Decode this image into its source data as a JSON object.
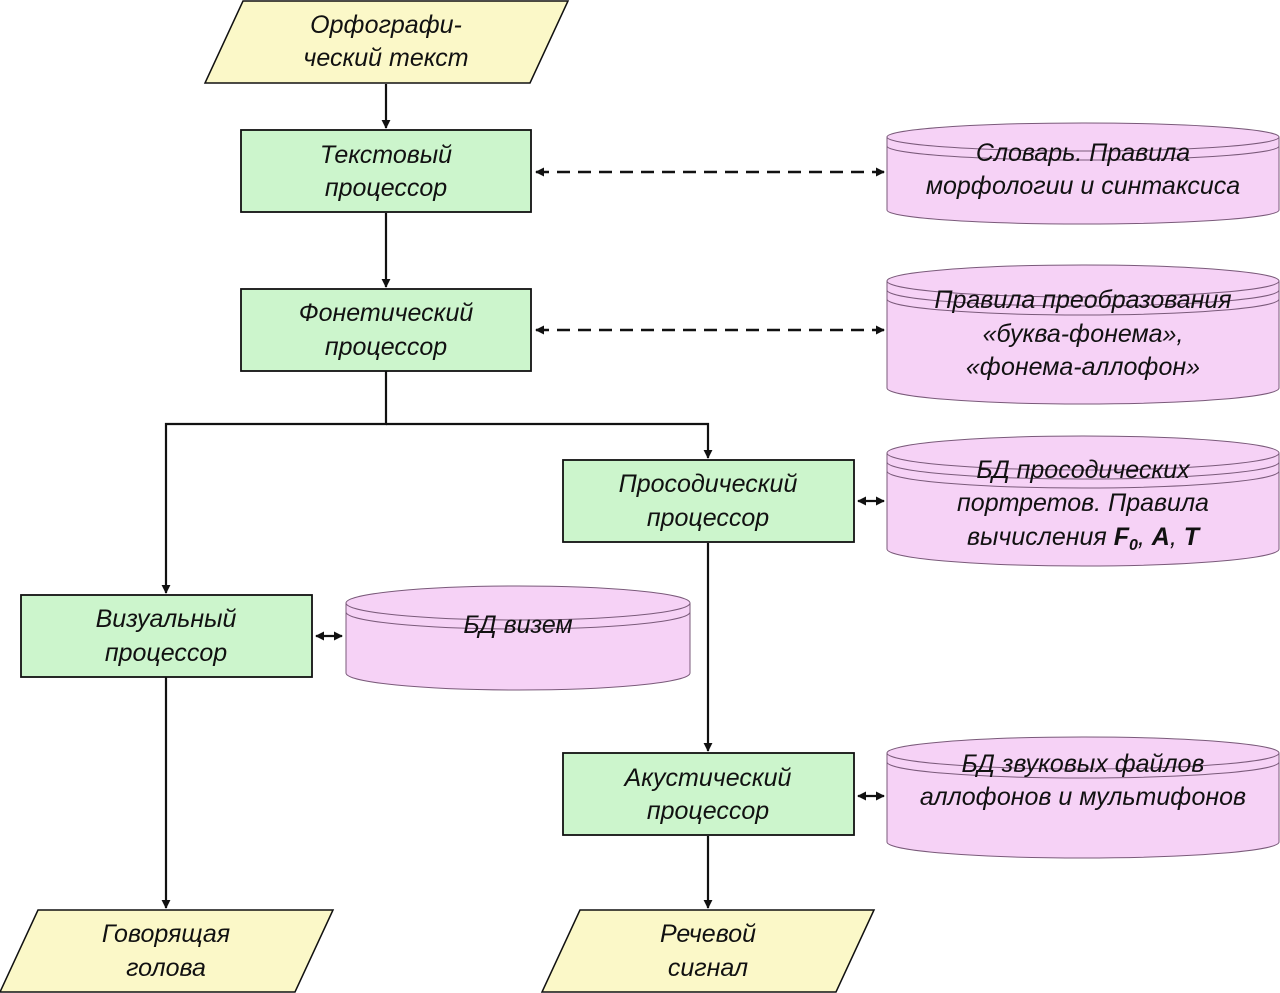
{
  "colors": {
    "io_fill": "#fbf8c8",
    "processor_fill": "#ccf5cc",
    "database_fill": "#f6d2f6",
    "database_stroke": "#7a5a7a",
    "line": "#111111"
  },
  "io": {
    "input_text": [
      "Орфографи-",
      "ческий текст"
    ],
    "talking_head": [
      "Говорящая",
      "голова"
    ],
    "speech_signal": [
      "Речевой",
      "сигнал"
    ]
  },
  "processors": {
    "text": [
      "Текстовый",
      "процессор"
    ],
    "phonetic": [
      "Фонетический",
      "процессор"
    ],
    "prosodic": [
      "Просодический",
      "процессор"
    ],
    "visual": [
      "Визуальный",
      "процессор"
    ],
    "acoustic": [
      "Акустический",
      "процессор"
    ]
  },
  "databases": {
    "dictionary": [
      "Словарь. Правила",
      "морфологии и синтаксиса"
    ],
    "conversion_rules": [
      "Правила преобразования",
      "«буква-фонема»,",
      "«фонема-аллофон»"
    ],
    "prosody": {
      "line1": "БД просодических",
      "line2": "портретов. Правила",
      "line3_prefix": "вычисления ",
      "f": "F",
      "f_sub": "0",
      "sep1": ", ",
      "a": "A",
      "sep2": ", ",
      "t": "T"
    },
    "visemes": [
      "БД визем"
    ],
    "sound_files": [
      "БД звуковых файлов",
      "аллофонов и мультифонов"
    ]
  }
}
